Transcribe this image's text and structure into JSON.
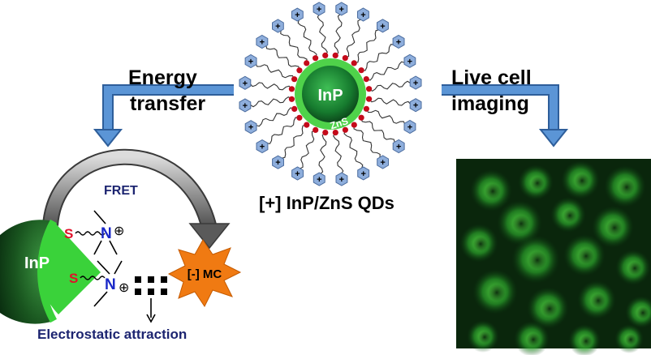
{
  "labels": {
    "energy_transfer_line1": "Energy",
    "energy_transfer_line2": "transfer",
    "live_cell_line1": "Live cell",
    "live_cell_line2": "imaging",
    "qd_caption": "[+] InP/ZnS QDs",
    "fret": "FRET",
    "electrostatic": "Electrostatic attraction"
  },
  "qd": {
    "core": "InP",
    "shell": "ZnS",
    "ligand_charge": "+"
  },
  "fret_scheme": {
    "core": "InP",
    "sulfur": "S",
    "nitrogen": "N",
    "charge": "⊕",
    "acceptor": "[-] MC"
  },
  "colors": {
    "core_green": "#1f9a3a",
    "shell_green": "#4fd24a",
    "arrow_blue": "#4a86c8",
    "ligand_hex": "#8eaedc",
    "acceptor_orange": "#f07a12",
    "sulfur_red": "#e0122a",
    "nitrogen_blue": "#1a28c8",
    "cell_image_bg": "#0a260c"
  }
}
